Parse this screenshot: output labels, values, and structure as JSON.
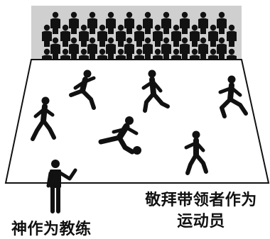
{
  "captions": {
    "left": "神作为教练",
    "right_line1": "敬拜带领者作为",
    "right_line2": "运动员"
  },
  "colors": {
    "figure": "#111111",
    "stands": "#cfcfcf",
    "field": "#ffffff",
    "outline": "#111111"
  },
  "icons": {
    "spectator": "person-silhouette-icon",
    "player": "running-person-icon",
    "coach": "pointing-person-icon",
    "ball": "soccer-ball-icon"
  }
}
